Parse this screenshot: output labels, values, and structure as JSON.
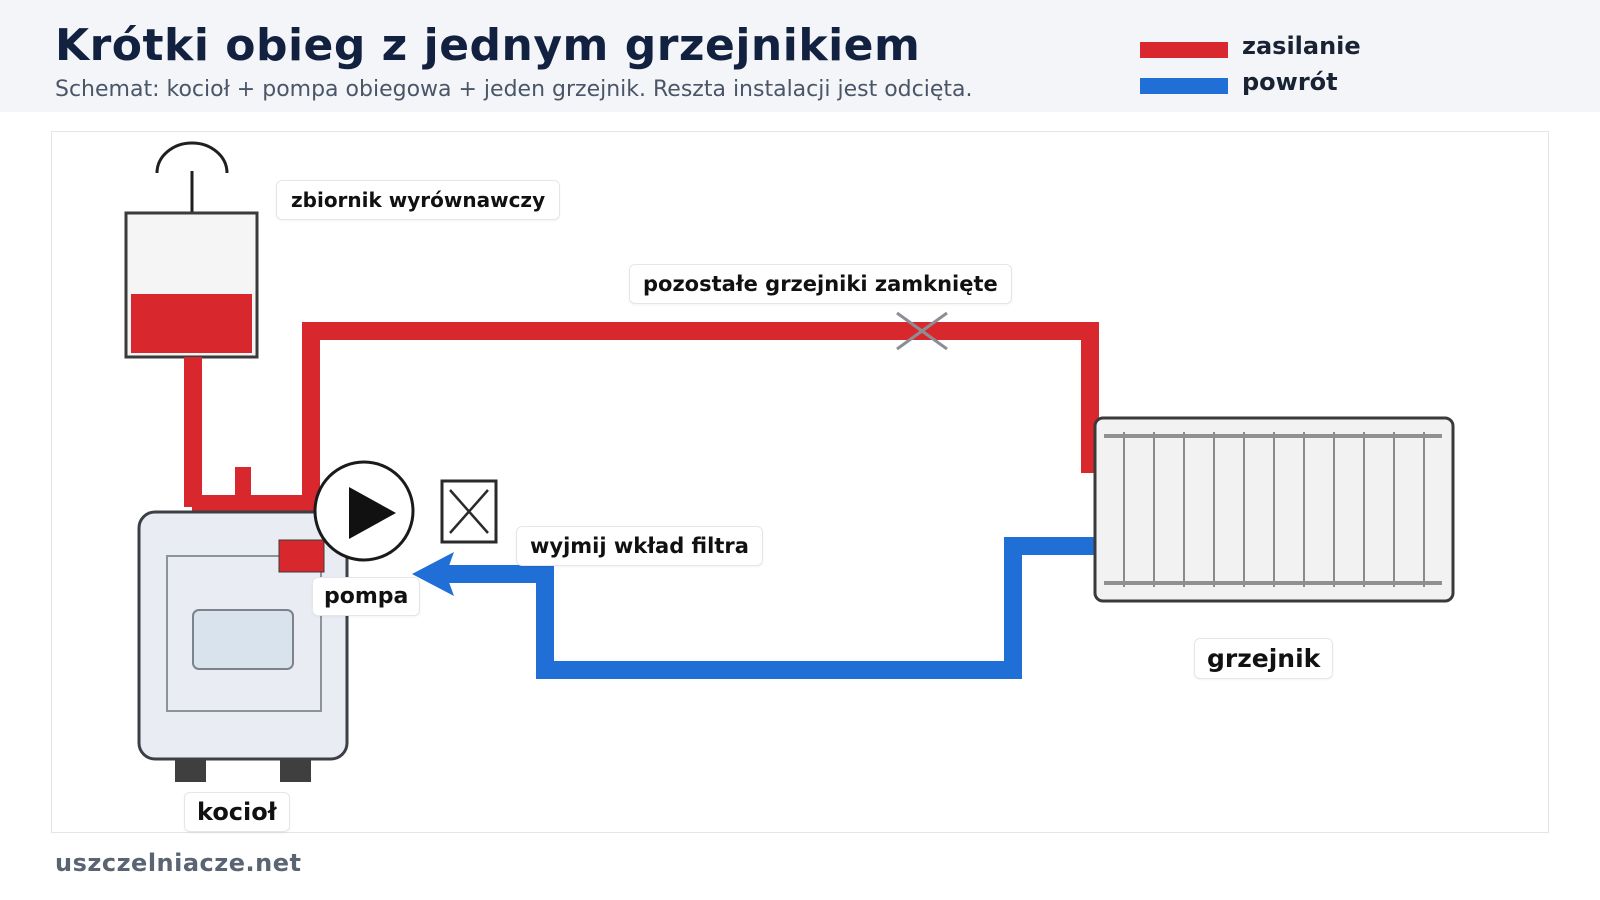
{
  "header": {
    "title": "Krótki obieg z jednym grzejnikiem",
    "subtitle": "Schemat: kocioł + pompa obiegowa + jeden grzejnik. Reszta instalacji jest odcięta."
  },
  "legend": {
    "items": [
      {
        "label": "zasilanie",
        "color": "#d8282e"
      },
      {
        "label": "powrót",
        "color": "#1f6fd6"
      }
    ]
  },
  "labels": {
    "tank": "zbiornik wyrównawczy",
    "closed_radiators": "pozostałe grzejniki zamknięte",
    "filter": "wyjmij wkład filtra",
    "pump": "pompa",
    "boiler": "kocioł",
    "radiator": "grzejnik"
  },
  "colors": {
    "supply": "#d8282e",
    "return": "#1f6fd6",
    "outline": "#3c3f44",
    "boiler_fill": "#e9edf3"
  },
  "icons": {
    "pump": "play-triangle-icon",
    "filter": "filter-cross-icon",
    "closed_valve": "x-cross-icon",
    "return_flow": "arrow-left-icon"
  },
  "footer": {
    "brand": "uszczelniacze.net"
  }
}
